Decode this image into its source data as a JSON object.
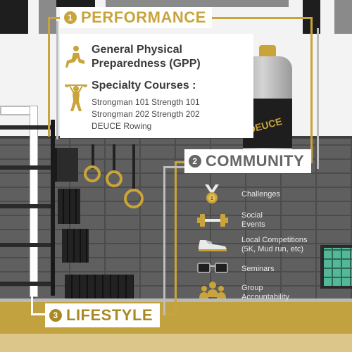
{
  "sections": {
    "performance": {
      "number": "1",
      "title": "PERFORMANCE",
      "gpp_line1": "General Physical",
      "gpp_line2": "Preparedness (GPP)",
      "specialty_heading": "Specialty Courses :",
      "courses": [
        "Strongman 101",
        "Strength 101",
        "Strongman 202",
        "Strength 202",
        "DEUCE Rowing"
      ]
    },
    "community": {
      "number": "2",
      "title": "COMMUNITY",
      "items": [
        {
          "icon": "medal-icon",
          "line1": "Challenges",
          "line2": ""
        },
        {
          "icon": "dumbbell-icon",
          "line1": "Social",
          "line2": "Events"
        },
        {
          "icon": "sneaker-icon",
          "line1": "Local Competitions",
          "line2": "(5K, Mud run, etc)"
        },
        {
          "icon": "glasses-icon",
          "line1": "Seminars",
          "line2": ""
        },
        {
          "icon": "group-icon",
          "line1": "Group",
          "line2": "Accountability"
        }
      ]
    },
    "lifestyle": {
      "number": "3",
      "title": "LIFESTYLE"
    }
  },
  "bottle_label": "DEUCE",
  "colors": {
    "gold": "#c9a43a",
    "dark": "#1e1e1e",
    "wall": "#5f5f5f",
    "text_dark": "#3a3a3a"
  }
}
